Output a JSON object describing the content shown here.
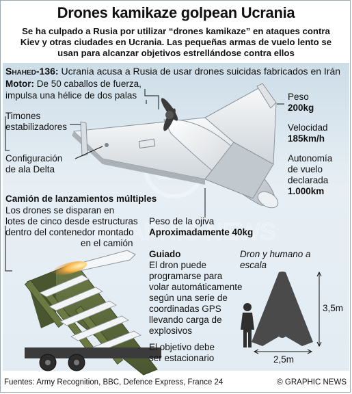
{
  "title": "Drones kamikaze golpean Ucrania",
  "subtitle": "Se ha culpado a Rusia por utilizar “drones kamikaze” en ataques contra Kiev y otras ciudades en Ucrania. Las pequeñas armas de vuelo lento se usan para alcanzar objetivos estrellándose contra ellos",
  "headline": {
    "model": "Shahed-136:",
    "text": " Ucrania acusa a Rusia de usar drones suicidas fabricados en Irán"
  },
  "motor": {
    "label": "Motor:",
    "line1": " De 50 caballos de fuerza,",
    "line2": "impulsa una hélice de dos palas"
  },
  "rudders": {
    "line1": "Timones",
    "line2": "estabilizadores"
  },
  "delta": {
    "line1": "Configuración",
    "line2": "de ala Delta"
  },
  "specs": {
    "weight_label": "Peso",
    "weight_value": "200kg",
    "speed_label": "Velocidad",
    "speed_value": "185km/h",
    "range_label1": "Autonomía",
    "range_label2": "de vuelo",
    "range_label3": "declarada",
    "range_value": "1.000km"
  },
  "warhead": {
    "label": "Peso de la ojiva",
    "value": "Aproximadamente 40kg"
  },
  "truck": {
    "title": "Camión de lanzamientos múltiples",
    "line1": "Los drones se disparan en",
    "line2": "lotes de cinco desde estructuras",
    "line3": "dentro del contenedor montado",
    "line4": "en el camión"
  },
  "guidance": {
    "title": "Guiado",
    "lines": [
      "El dron puede",
      "programarse para",
      "volar automáticamente",
      "según una serie de",
      "coordinadas GPS",
      "llevando carga de",
      "explosivos"
    ],
    "note1": "El objetivo debe",
    "note2": "ser estacionario"
  },
  "scale": {
    "title1": "Dron y humano a",
    "title2": "escala",
    "height": "3,5m",
    "width": "2,5m"
  },
  "watermark": {
    "logo": "GN",
    "text": "GRAPHIC NEWS"
  },
  "footer": {
    "sources": "Fuentes: Army Recognition, BBC, Defence Express, France 24",
    "credit": "© GRAPHIC NEWS"
  },
  "colors": {
    "panel_top": "#cddde8",
    "drone_body": "#f2f4f5",
    "drone_shade": "#c8ced3",
    "truck_green": "#5d6b3b",
    "silhouette": "#3d3d3d",
    "flame": "#f2a23a"
  }
}
